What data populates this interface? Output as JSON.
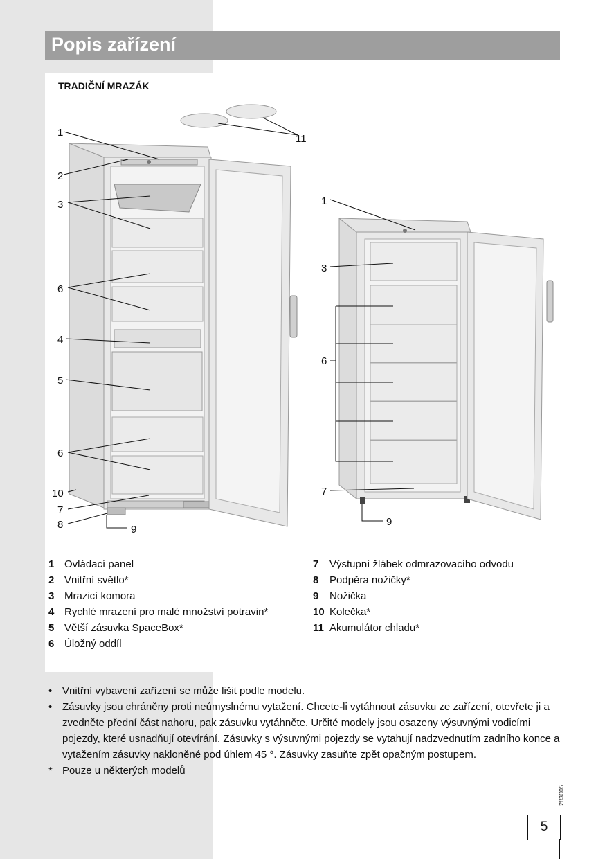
{
  "header": {
    "title": "Popis zařízení"
  },
  "section": {
    "subtitle": "TRADIČNÍ MRAZÁK"
  },
  "diagram": {
    "left_callouts": [
      "1",
      "2",
      "3",
      "6",
      "4",
      "5",
      "6",
      "10",
      "7",
      "8",
      "9",
      "11"
    ],
    "right_callouts": [
      "1",
      "3",
      "6",
      "7",
      "9"
    ]
  },
  "legend": {
    "left": [
      {
        "num": "1",
        "text": "Ovládací panel"
      },
      {
        "num": "2",
        "text": "Vnitřní světlo*"
      },
      {
        "num": "3",
        "text": "Mrazicí komora"
      },
      {
        "num": "4",
        "text": "Rychlé mrazení pro malé množství potravin*"
      },
      {
        "num": "5",
        "text": "Větší zásuvka SpaceBox*"
      },
      {
        "num": "6",
        "text": "Úložný oddíl"
      }
    ],
    "right": [
      {
        "num": "7",
        "text": "Výstupní žlábek odmrazovacího odvodu"
      },
      {
        "num": "8",
        "text": "Podpěra nožičky*"
      },
      {
        "num": "9",
        "text": "Nožička"
      },
      {
        "num": "10",
        "text": "Kolečka*"
      },
      {
        "num": "11",
        "text": "Akumulátor chladu*"
      }
    ]
  },
  "notes": [
    {
      "mark": "•",
      "text": "Vnitřní vybavení zařízení se může lišit podle modelu."
    },
    {
      "mark": "•",
      "text": "Zásuvky jsou chráněny proti neúmyslnému vytažení. Chcete-li vytáhnout zásuvku ze zařízení, otevřete ji a zvedněte přední část nahoru, pak zásuvku vytáhněte. Určité modely jsou osazeny výsuvnými vodicími pojezdy, které usnadňují otevírání. Zásuvky s výsuvnými pojezdy se vytahují nadzvednutím zadního konce a vytažením zásuvky nakloněné pod úhlem 45 °. Zásuvky zasuňte zpět opačným postupem."
    },
    {
      "mark": "*",
      "text": "Pouze u některých modelů"
    }
  ],
  "footer": {
    "code": "283005",
    "page": "5"
  }
}
